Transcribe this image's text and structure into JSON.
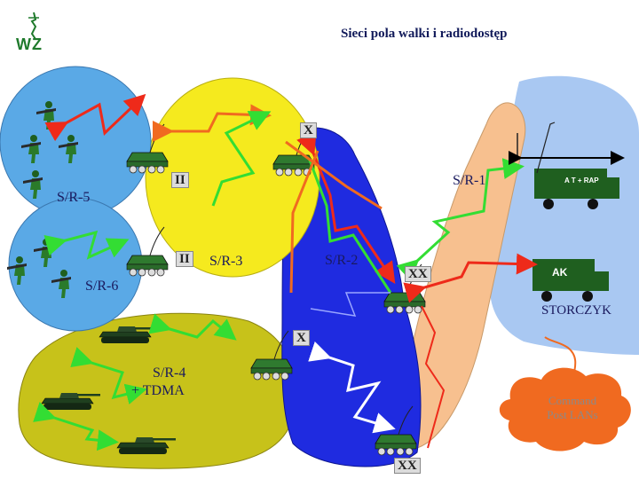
{
  "header": {
    "title": "Sieci pola walki  i  radiodostęp",
    "logo_text": "WZ"
  },
  "labels": {
    "sr1": "S/R-1",
    "sr2": "S/R-2",
    "sr3": "S/R-3",
    "sr4_line1": "S/R-4",
    "sr4_line2": "+ TDMA",
    "sr5": "S/R-5",
    "sr6": "S/R-6",
    "storczyk": "STORCZYK"
  },
  "unit_markers": {
    "x_top": "X",
    "ii_upper": "II",
    "ii_lower": "II",
    "xx_mid": "XX",
    "x_lower": "X",
    "xx_bottom": "XX"
  },
  "trucks": {
    "upper": "A T + RAP",
    "lower": "AK"
  },
  "command_post": {
    "line1": "Command",
    "line2": "Post LANs"
  },
  "colors": {
    "blue_zone": "#5aa9e6",
    "yellow_zone": "#f5ea1e",
    "olive_zone": "#c7c21a",
    "navy_zone": "#1f2be0",
    "peach_zone": "#f7c08f",
    "light_blue_zone": "#a9c8f2",
    "red_link": "#ee2a1a",
    "green_link": "#33dd33",
    "orange_link": "#f06a20",
    "vehicle_green": "#1f6f1f",
    "command_post": "#f06a20"
  }
}
